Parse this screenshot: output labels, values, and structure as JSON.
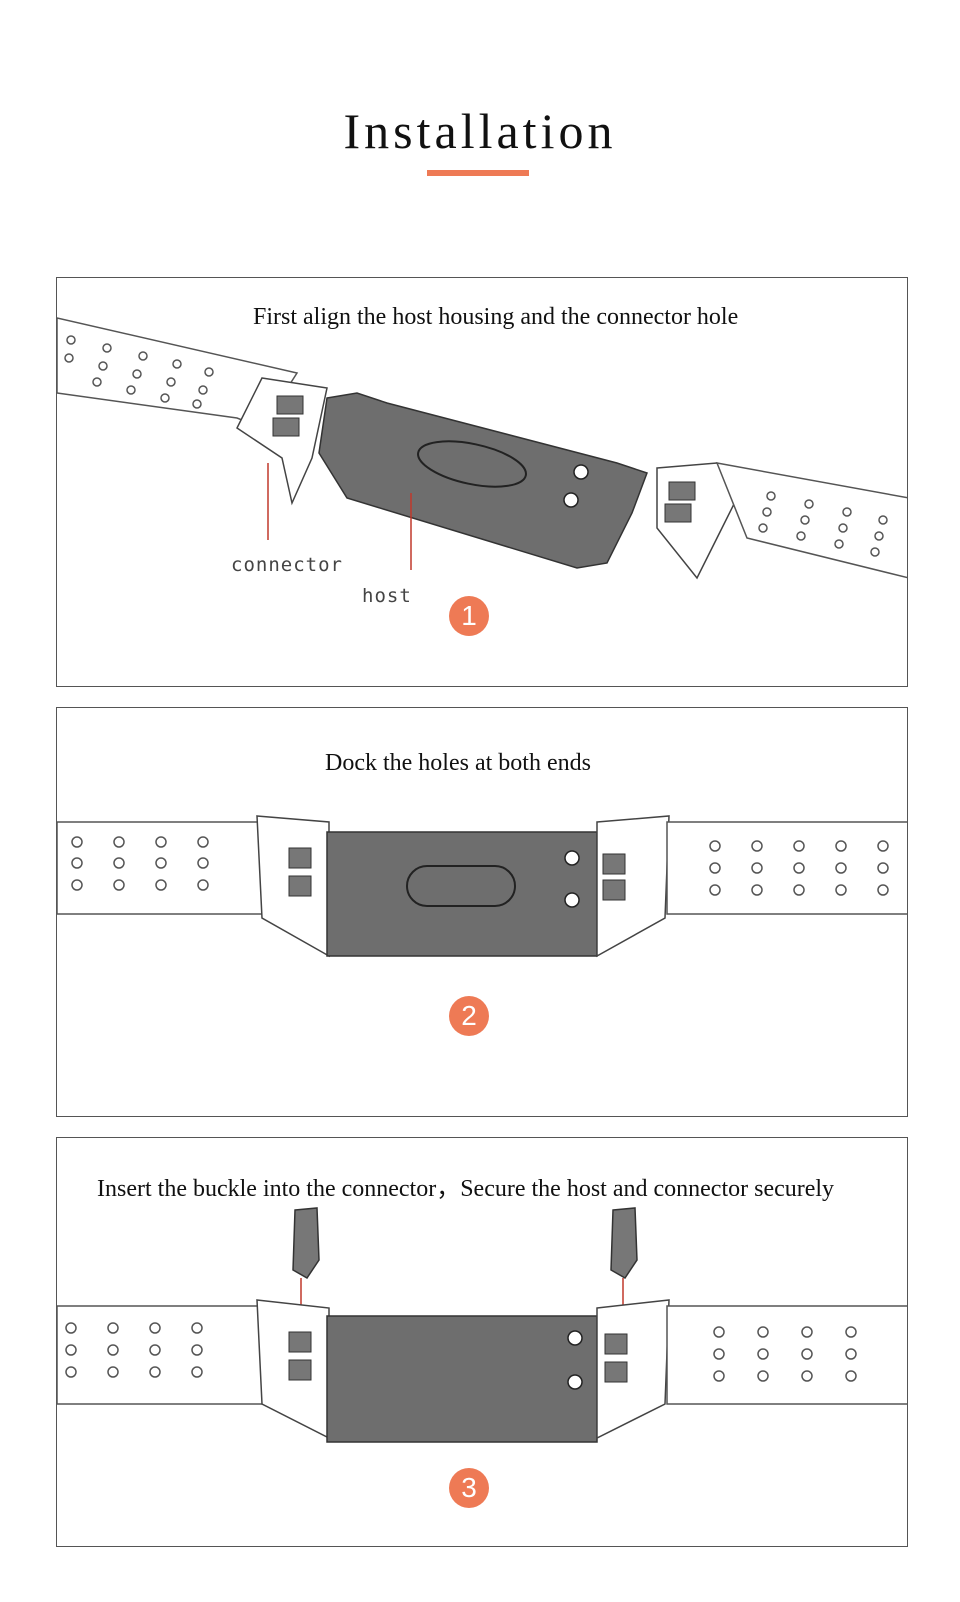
{
  "page": {
    "title": "Installation",
    "accent_color": "#ee7a55"
  },
  "steps": [
    {
      "caption": "First align the host housing and the connector hole",
      "number": "1",
      "labels": {
        "connector": "connector",
        "host": "host"
      }
    },
    {
      "caption": "Dock the holes at both ends",
      "number": "2"
    },
    {
      "caption": "Insert the buckle into the connector，Secure the host and connector securely",
      "number": "3"
    }
  ]
}
